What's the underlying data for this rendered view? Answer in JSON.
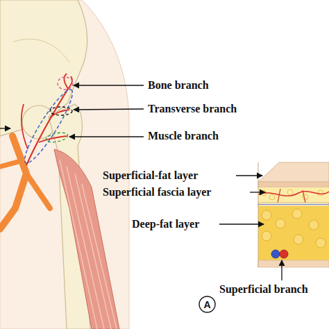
{
  "diagram": {
    "nodes": [
      {
        "text": [
          "A"
        ]
      }
    ],
    "labels": [
      "Bone branch",
      "Transverse branch",
      "Muscle branch",
      "Superficial-fat layer",
      "Superficial fascia layer",
      "Deep-fat layer",
      "Superficial branch"
    ]
  }
}
